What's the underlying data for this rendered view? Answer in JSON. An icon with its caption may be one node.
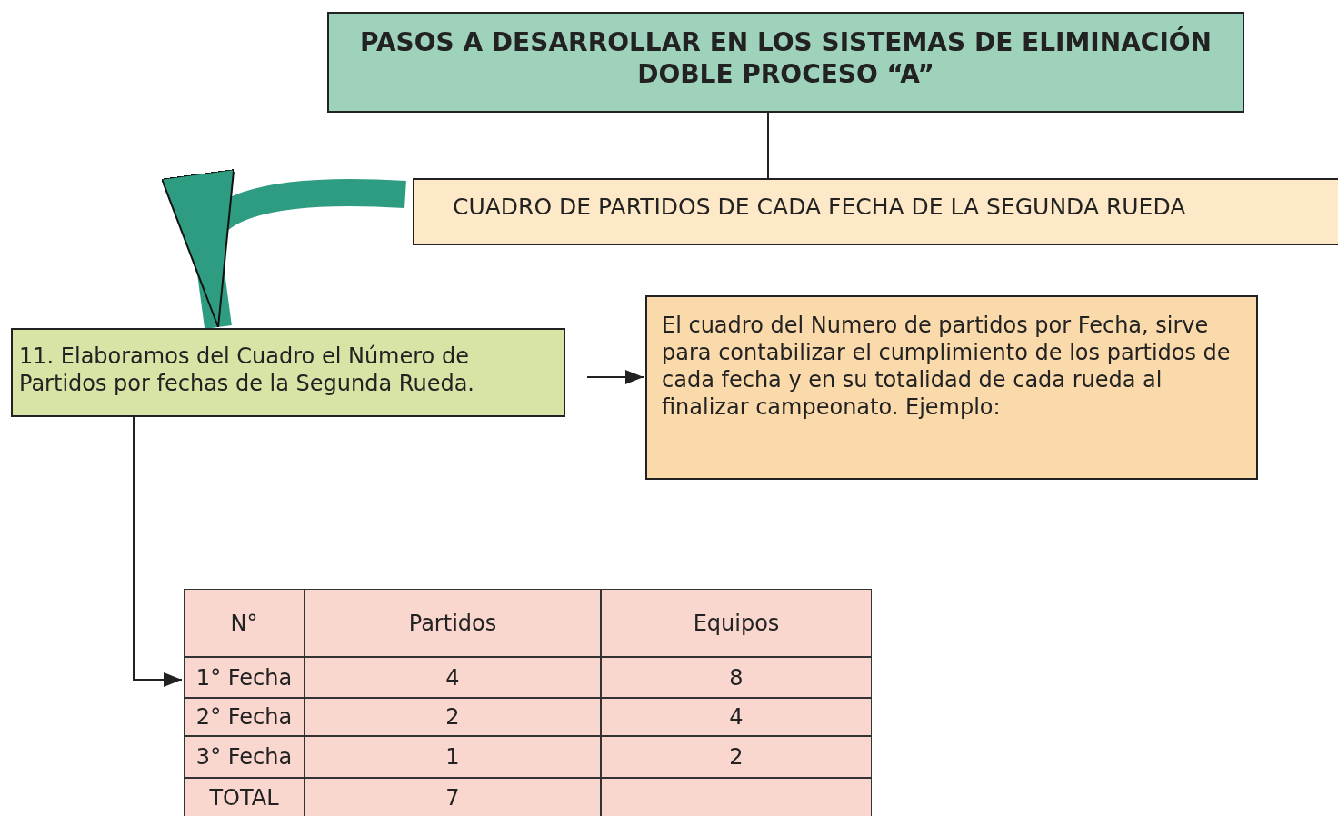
{
  "diagram": {
    "nodes": [
      {
        "text": [
          "PASOS A DESARROLLAR EN LOS SISTEMAS DE ELIMINACIÓN DOBLE PROCESO “A”"
        ]
      },
      {
        "text": [
          "CUADRO DE PARTIDOS DE CADA FECHA DE LA SEGUNDA RUEDA"
        ]
      },
      {
        "text": [
          "11. Elaboramos del Cuadro el Número de Partidos por fechas de la Segunda Rueda."
        ]
      },
      {
        "text": [
          "El cuadro del Numero de partidos por Fecha, sirve para contabilizar el cumplimiento de los partidos de cada fecha y en su totalidad de cada rueda al finalizar campeonato. Ejemplo:"
        ]
      },
      {
        "text": [],
        "shape": "box"
      }
    ],
    "edges": [
      {
        "from": 0,
        "to": 1,
        "arrow": "none"
      },
      {
        "from": 1,
        "to": 2,
        "arrow": "to",
        "style": "thick",
        "color": "#2e9c80"
      },
      {
        "from": 2,
        "to": 3,
        "arrow": "to"
      },
      {
        "from": 2,
        "to": 4,
        "arrow": "to"
      }
    ],
    "labels": [
      "N°",
      "Partidos",
      "Equipos",
      "1° Fecha",
      "4",
      "8",
      "2° Fecha",
      "2",
      "4",
      "3° Fecha",
      "1",
      "2",
      "TOTAL",
      "7"
    ]
  }
}
